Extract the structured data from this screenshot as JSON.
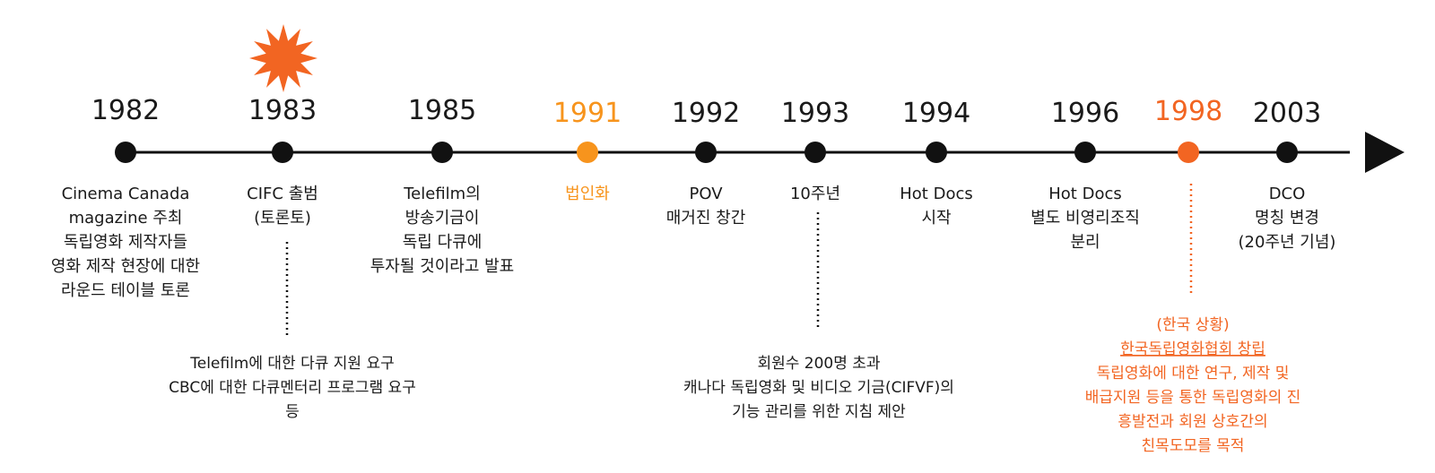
{
  "colors": {
    "line": "#111111",
    "dot": "#111111",
    "accent": "#F7941D",
    "accent_dark": "#F26522",
    "starburst": "#F26522",
    "text": "#1a1a1a"
  },
  "timeline": {
    "events": [
      {
        "year": "1982",
        "year_color": "dark",
        "dot": "dark",
        "label_lines": [
          "Cinema Canada",
          "magazine 주최",
          "독립영화 제작자들",
          "영화 제작 현장에 대한",
          "라운드 테이블 토론"
        ]
      },
      {
        "year": "1983",
        "year_color": "dark",
        "dot": "dark",
        "starburst": true,
        "label_lines": [
          "CIFC 출범",
          "(토론토)"
        ],
        "detail_lines": [
          "Telefilm에 대한 다큐 지원 요구",
          "CBC에 대한 다큐멘터리 프로그램 요구",
          "등"
        ]
      },
      {
        "year": "1985",
        "year_color": "dark",
        "dot": "dark",
        "label_lines": [
          "Telefilm의",
          "방송기금이",
          "독립 다큐에",
          "투자될 것이라고 발표"
        ]
      },
      {
        "year": "1991",
        "year_color": "accent",
        "dot": "accent",
        "label_lines": [
          "법인화"
        ]
      },
      {
        "year": "1992",
        "year_color": "dark",
        "dot": "dark",
        "label_lines": [
          "POV",
          "매거진 창간"
        ]
      },
      {
        "year": "1993",
        "year_color": "dark",
        "dot": "dark",
        "label_lines": [
          "10주년"
        ],
        "detail_lines": [
          "회원수 200명 초과",
          "캐나다 독립영화 및 비디오 기금(CIFVF)의",
          "기능 관리를 위한 지침 제안"
        ]
      },
      {
        "year": "1994",
        "year_color": "dark",
        "dot": "dark",
        "label_lines": [
          "Hot Docs",
          "시작"
        ]
      },
      {
        "year": "1996",
        "year_color": "dark",
        "dot": "dark",
        "label_lines": [
          "Hot Docs",
          "별도 비영리조직",
          "분리"
        ]
      },
      {
        "year": "1998",
        "year_color": "accent_dark",
        "dot": "accent_dark",
        "label_lines": [],
        "detail_lines": [
          "(한국 상황)",
          "한국독립영화협회 창립",
          "독립영화에 대한 연구, 제작 및",
          "배급지원 등을 통한 독립영화의 진",
          "흥발전과 회원 상호간의",
          "친목도모를 목적"
        ],
        "detail_underline_index": 1
      },
      {
        "year": "2003",
        "year_color": "dark",
        "dot": "dark",
        "label_lines": [
          "DCO",
          "명칭 변경",
          "(20주년 기념)"
        ]
      }
    ]
  }
}
